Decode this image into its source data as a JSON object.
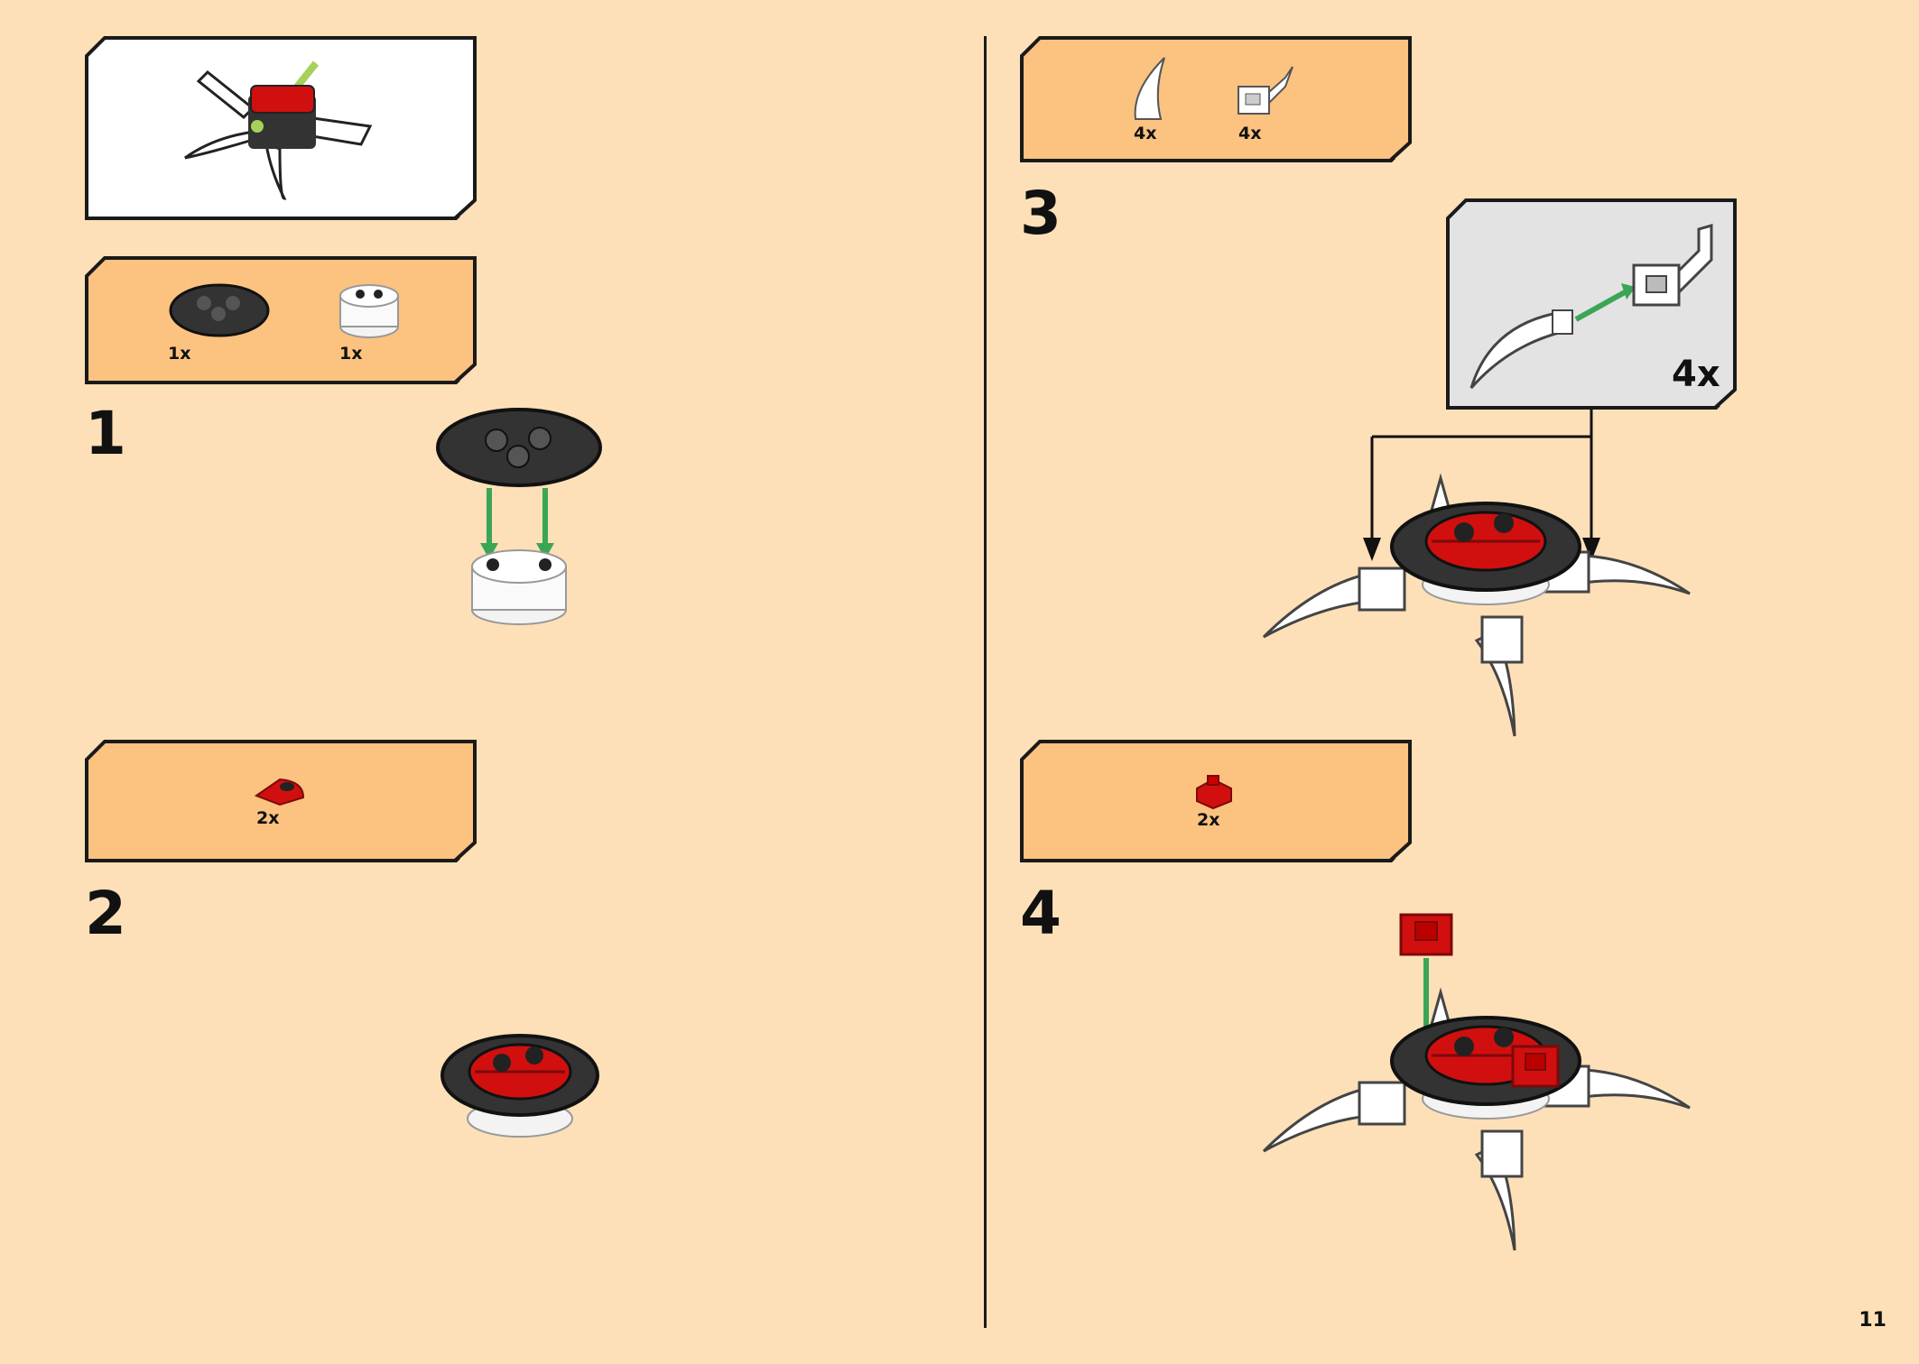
{
  "page": {
    "number": "11"
  },
  "preview": {},
  "steps": [
    {
      "number": "1",
      "parts": [
        {
          "qty": "1x",
          "icon": "black-octagon-plate-icon"
        },
        {
          "qty": "1x",
          "icon": "white-round-brick-icon"
        }
      ]
    },
    {
      "number": "2",
      "parts": [
        {
          "qty": "2x",
          "icon": "red-half-round-plate-icon"
        }
      ]
    },
    {
      "number": "3",
      "parts": [
        {
          "qty": "4x",
          "icon": "white-horn-icon"
        },
        {
          "qty": "4x",
          "icon": "white-clip-connector-icon"
        }
      ],
      "callout_qty": "4x"
    },
    {
      "number": "4",
      "parts": [
        {
          "qty": "2x",
          "icon": "red-clip-plate-icon"
        }
      ]
    }
  ],
  "colors": {
    "background": "#fde0b8",
    "parts_box": "#fcc27f",
    "accent_red": "#d10f0f",
    "arrow_green": "#3aa655"
  }
}
